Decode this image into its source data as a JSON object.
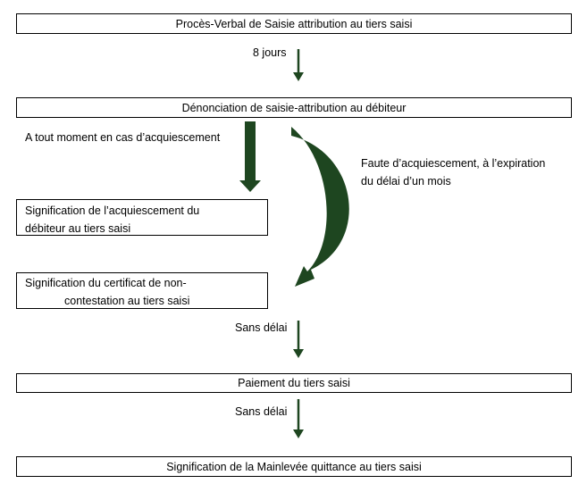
{
  "steps": {
    "pv": "Procès-Verbal de Saisie attribution au tiers saisi",
    "denonciation": "Dénonciation de saisie-attribution au débiteur",
    "acquiescement_line1": "Signification de l’acquiescement du",
    "acquiescement_line2": "débiteur au tiers saisi",
    "certificat_line1": "Signification du certificat de non-",
    "certificat_line2": "contestation au tiers saisi",
    "paiement": "Paiement du tiers saisi",
    "mainlevee": "Signification de la Mainlevée quittance au tiers saisi"
  },
  "transitions": {
    "delay_8_jours": "8 jours",
    "tout_moment": "A tout moment en cas d’acquiescement",
    "faute_line1": "Faute d’acquiescement, à l’expiration",
    "faute_line2": "du délai d’un mois",
    "sans_delai_1": "Sans délai",
    "sans_delai_2": "Sans délai"
  },
  "colors": {
    "arrow": "#1e4620",
    "border": "#000000"
  }
}
